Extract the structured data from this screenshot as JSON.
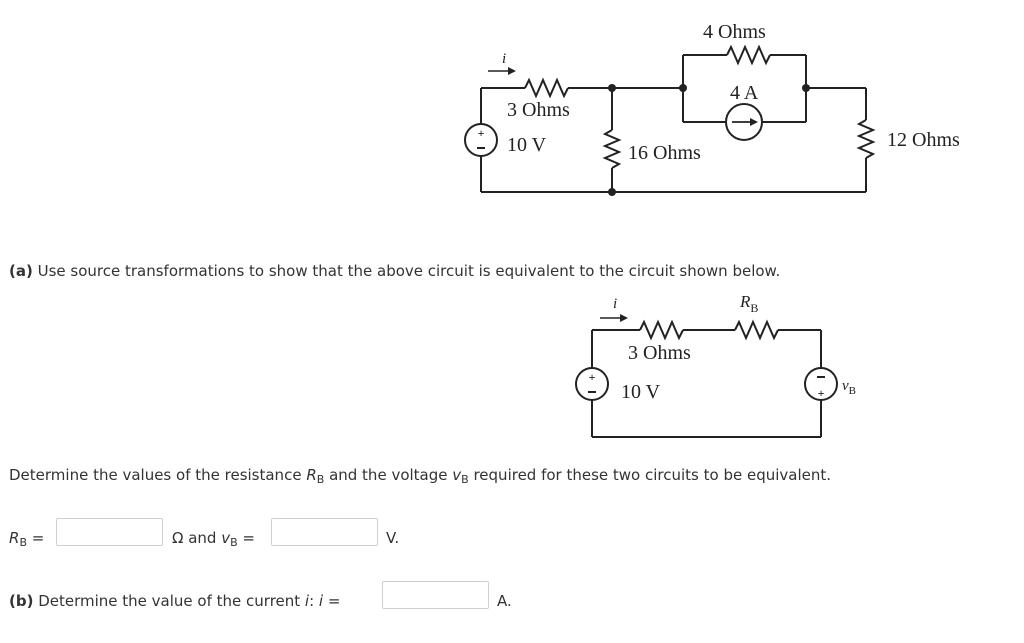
{
  "circuit1": {
    "current_label": "i",
    "r3_label": "3 Ohms",
    "v10_label": "10 V",
    "r16_label": "16 Ohms",
    "r4_label": "4 Ohms",
    "i4_label": "4 A",
    "r12_label": "12 Ohms"
  },
  "circuit2": {
    "current_label": "i",
    "r3_label": "3 Ohms",
    "v10_label": "10 V",
    "rb_label_main": "R",
    "rb_label_sub": "B",
    "vb_label_main": "v",
    "vb_label_sub": "B"
  },
  "part_a": {
    "tag": "(a)",
    "text": " Use source transformations to show that the above circuit is equivalent to the circuit shown below."
  },
  "determine": {
    "pre": "Determine the values of the resistance ",
    "r_sym": "R",
    "r_sub": "B",
    "mid": " and the voltage ",
    "v_sym": "v",
    "v_sub": "B",
    "post": " required for these two circuits to be equivalent."
  },
  "answer_row": {
    "rb_sym": "R",
    "rb_sub": "B",
    "equals": " =",
    "ohm_and": "Ω and ",
    "vb_sym": "v",
    "vb_sub": "B",
    "equals2": " =",
    "unit_v": "V.",
    "rb_value": "",
    "vb_value": ""
  },
  "part_b": {
    "tag": "(b)",
    "text": " Determine the value of the current ",
    "i_sym": "i",
    "colon": ": ",
    "i_sym2": "i",
    "equals": " =",
    "unit_a": "A.",
    "i_value": ""
  }
}
